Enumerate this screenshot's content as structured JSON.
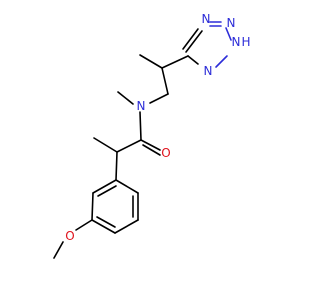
{
  "colors": {
    "bond": "#000000",
    "nitrogen": "#2d2dd8",
    "oxygen": "#e0141e",
    "background": "#ffffff"
  },
  "atoms": {
    "tetrazole_n1": "N",
    "tetrazole_n2": "N",
    "tetrazole_nh": "N",
    "tetrazole_nh_h": "H",
    "tetrazole_n4": "N",
    "amide_n": "N",
    "carbonyl_o": "O",
    "methoxy_o": "O"
  }
}
